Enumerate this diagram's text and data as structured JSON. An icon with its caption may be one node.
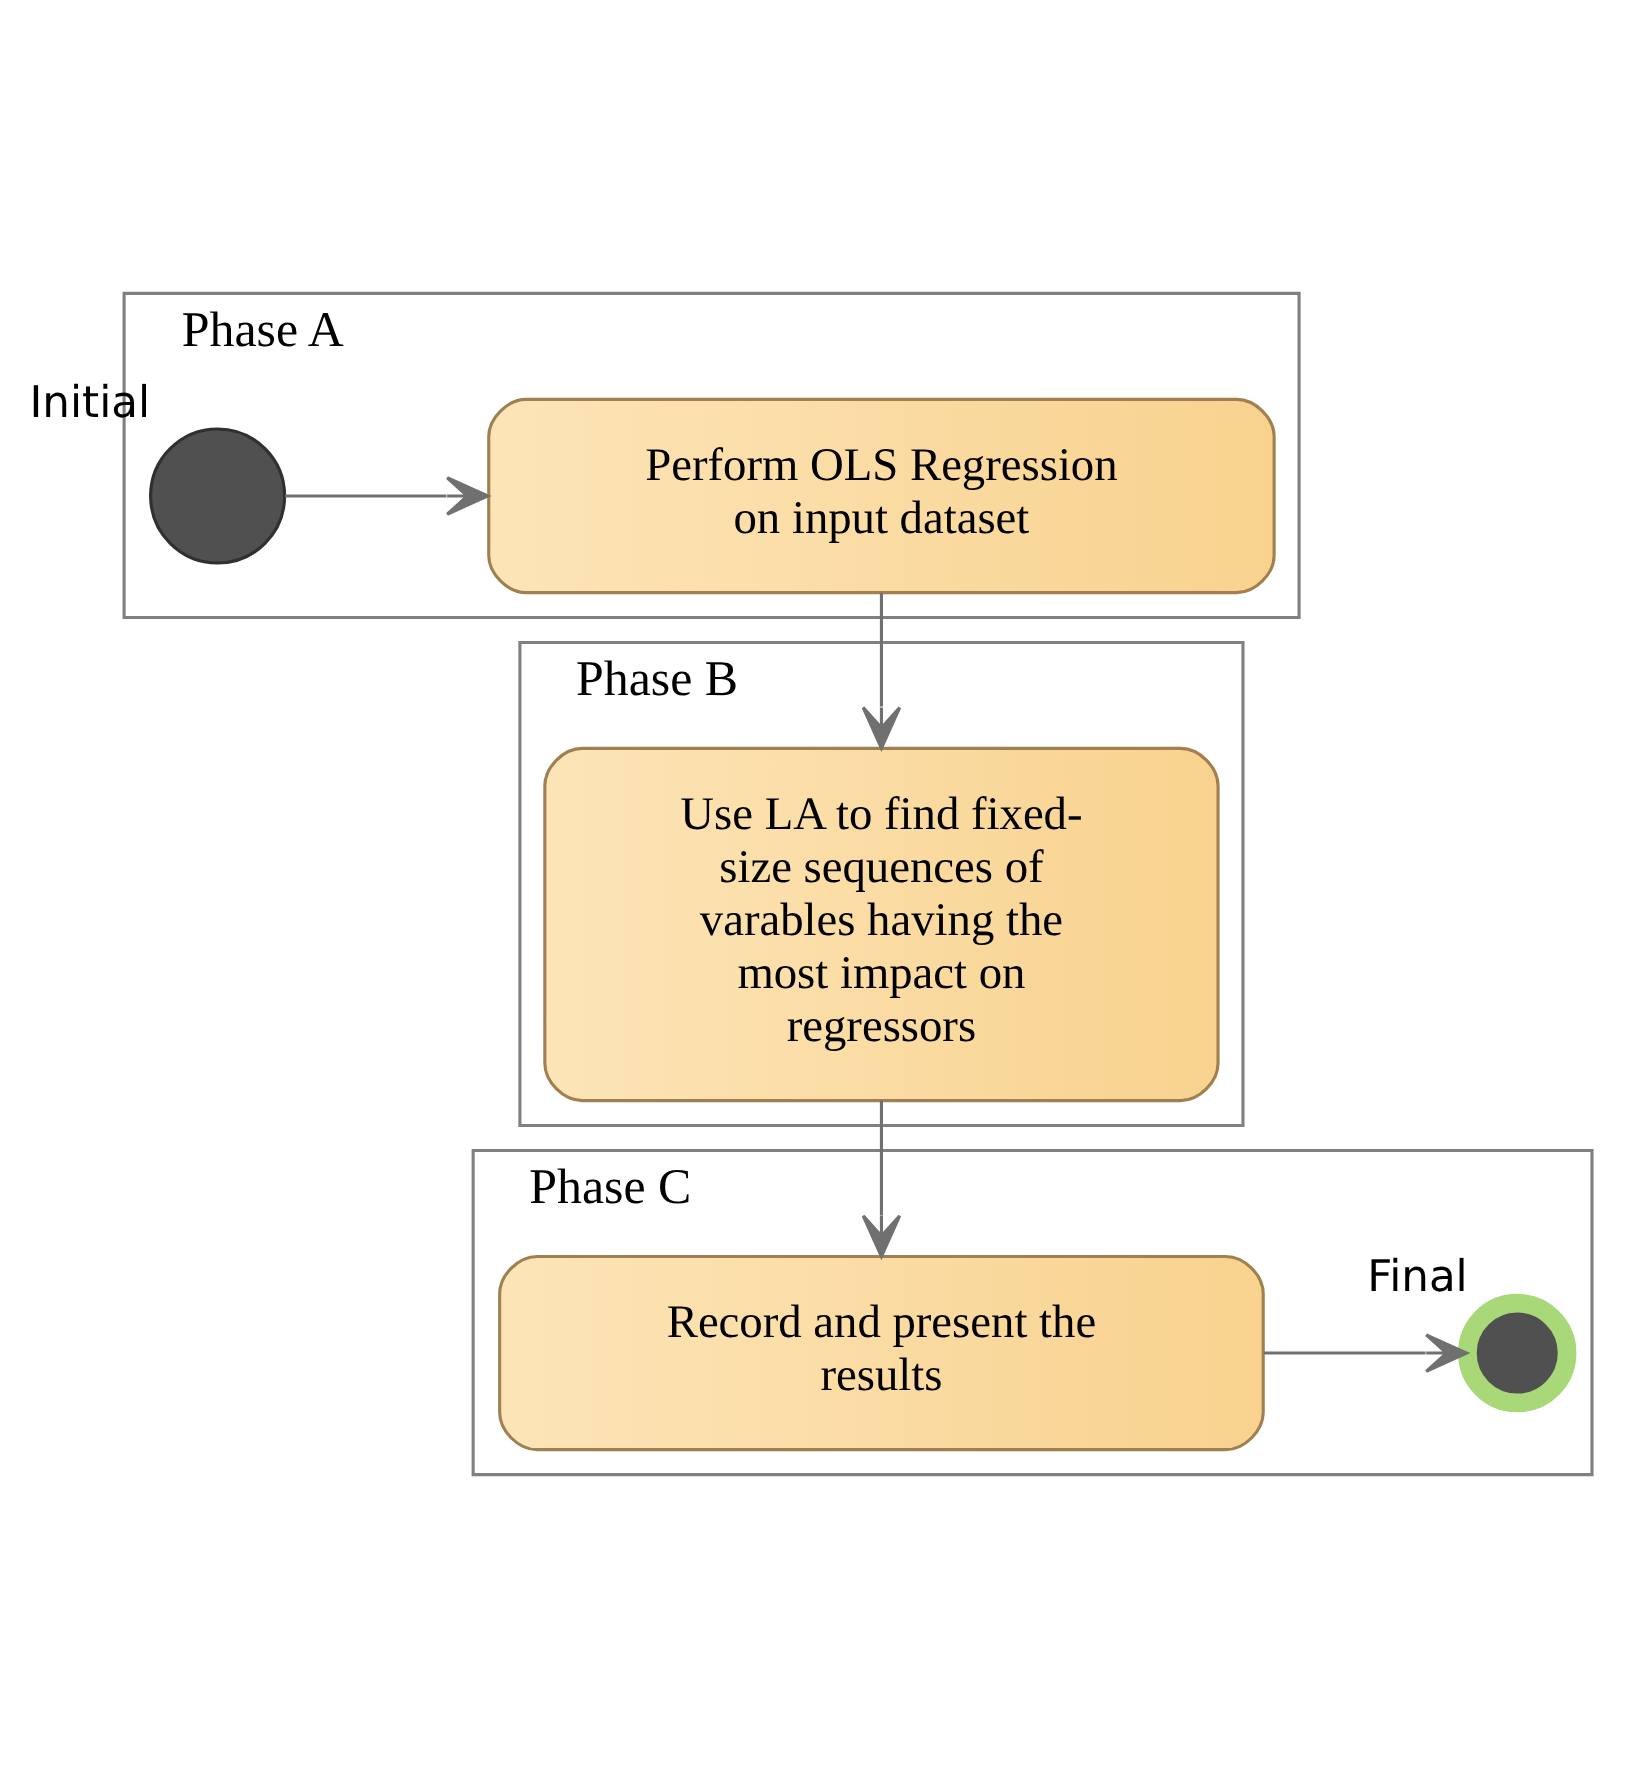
{
  "diagram": {
    "nodes": [
      {
        "text": [
          "Phase A"
        ]
      },
      {
        "text": [],
        "shape": "circle",
        "beside": [
          "Initial"
        ],
        "in": 0
      },
      {
        "text": [
          "Perform OLS Regression on input dataset"
        ],
        "in": 0
      },
      {
        "text": [
          "Phase B"
        ]
      },
      {
        "text": [
          "Use LA to find fixed-size sequences of varables having the most impact on regressors"
        ],
        "in": 3
      },
      {
        "text": [
          "Phase C"
        ]
      },
      {
        "text": [
          "Record and present the results"
        ],
        "in": 5
      },
      {
        "text": [],
        "shape": "circle",
        "beside": [
          "Final"
        ],
        "in": 5
      }
    ],
    "edges": [
      {
        "from": 1,
        "to": 2,
        "arrow": "to"
      },
      {
        "from": 2,
        "to": 4,
        "arrow": "to"
      },
      {
        "from": 4,
        "to": 6,
        "arrow": "to"
      },
      {
        "from": 6,
        "to": 7,
        "arrow": "to"
      }
    ]
  }
}
